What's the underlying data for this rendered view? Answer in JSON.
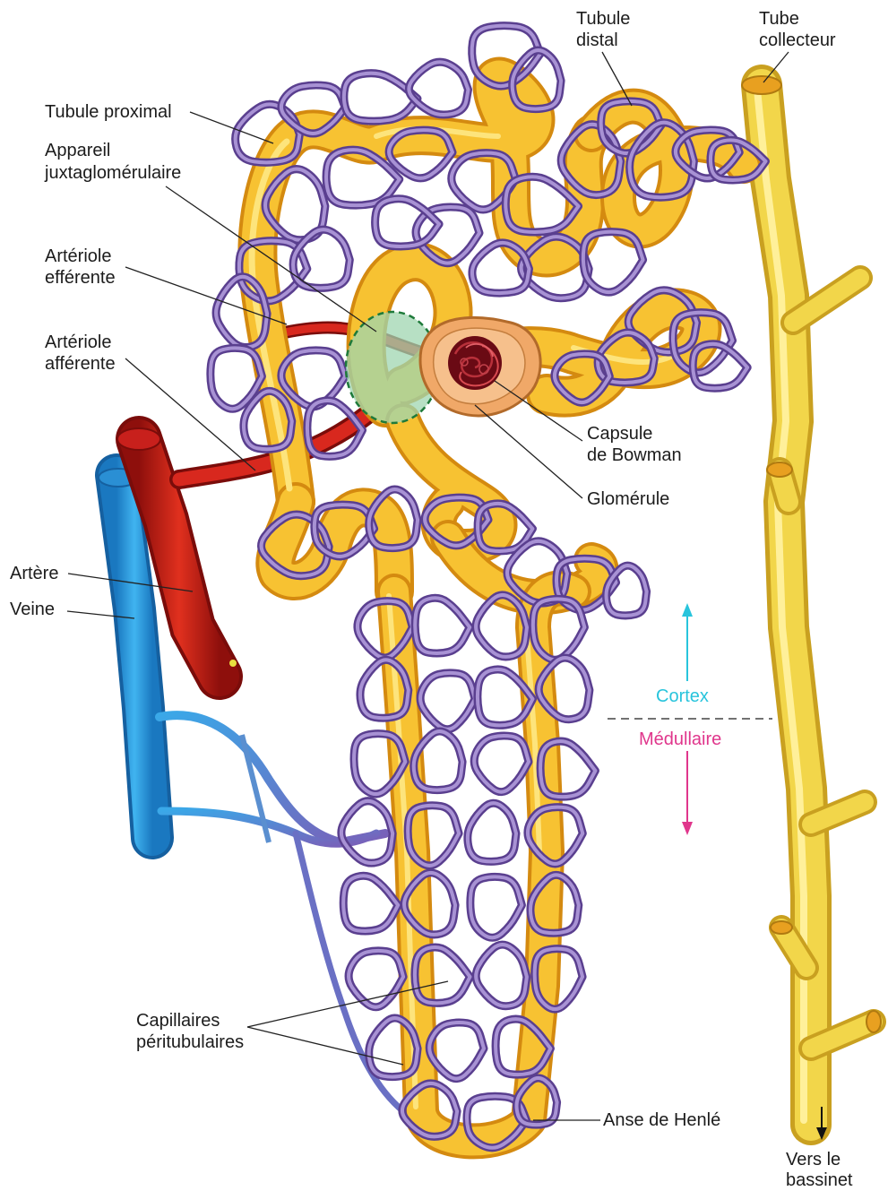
{
  "labels": {
    "tubule_distal": [
      "Tubule",
      "distal"
    ],
    "tube_collecteur": [
      "Tube",
      "collecteur"
    ],
    "tubule_proximal": "Tubule proximal",
    "appareil": [
      "Appareil",
      "juxtaglomérulaire"
    ],
    "arteriole_efferente": [
      "Artériole",
      "efférente"
    ],
    "arteriole_afferente": [
      "Artériole",
      "afférente"
    ],
    "capsule_bowman": [
      "Capsule",
      "de Bowman"
    ],
    "glomerule": "Glomérule",
    "artere": "Artère",
    "veine": "Veine",
    "cortex": "Cortex",
    "medullaire": "Médullaire",
    "capillaires": [
      "Capillaires",
      "péritubulaires"
    ],
    "anse_henle": "Anse de Henlé",
    "vers_bassinet": [
      "Vers le",
      "bassinet"
    ]
  },
  "colors": {
    "tubule": "#f7c232",
    "tubule_dark": "#d48a10",
    "capillary": "#5a3f8f",
    "artery": "#c8201c",
    "vein": "#2aa0e0",
    "cortex": "#28c4dc",
    "medullaire": "#e0368c",
    "glomerulus": "#7a0c18",
    "juxta_region": "#9fd6b0"
  }
}
